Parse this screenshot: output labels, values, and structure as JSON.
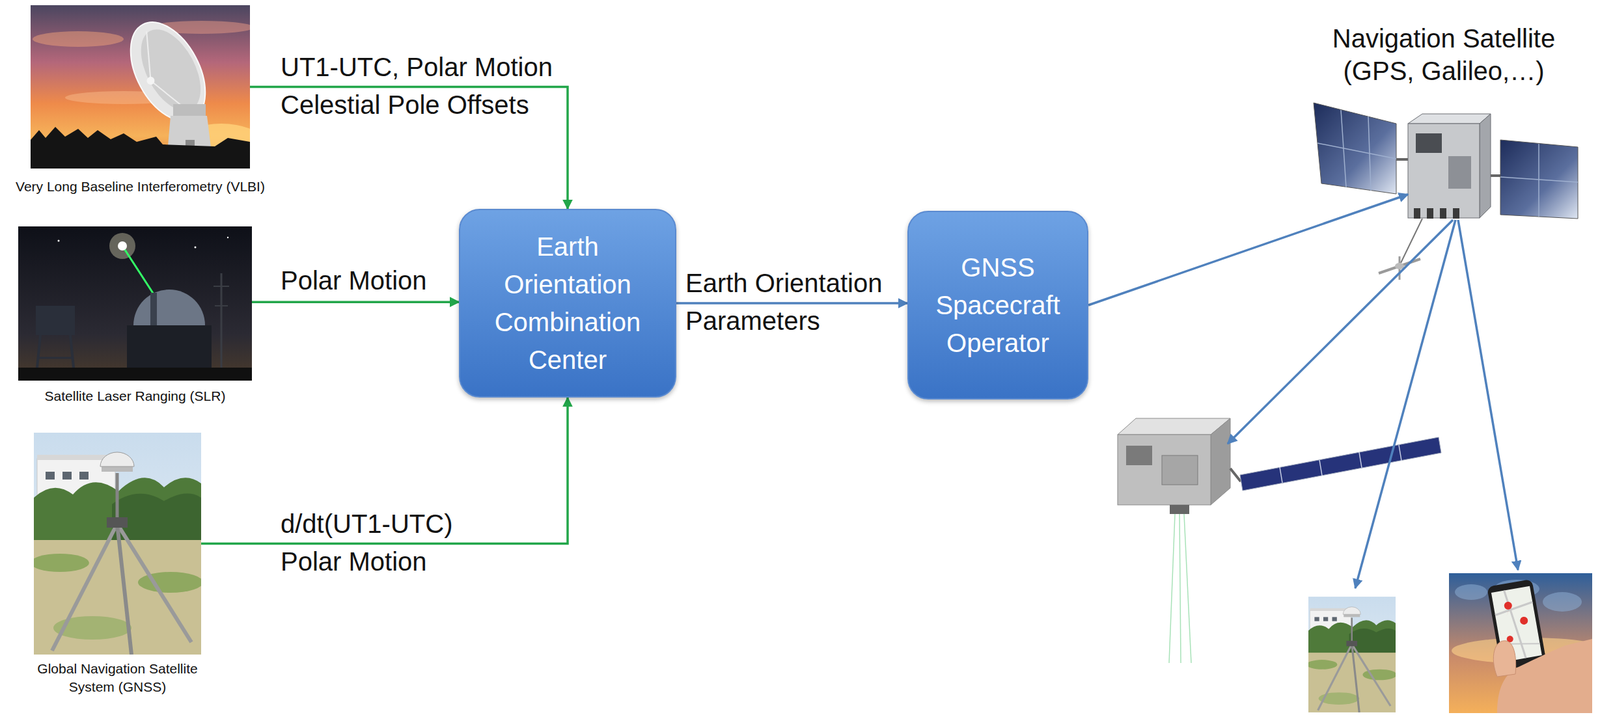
{
  "diagram": {
    "nodes": [
      {
        "text": [
          "Very Long Baseline Interferometry (VLBI)"
        ]
      },
      {
        "text": [
          "Satellite Laser Ranging (SLR)"
        ]
      },
      {
        "text": [
          "Global Navigation Satellite System (GNSS)"
        ]
      },
      {
        "text": [
          "Earth Orientation Combination Center"
        ]
      },
      {
        "text": [
          "GNSS Spacecraft Operator"
        ]
      },
      {
        "text": [
          "Navigation Satellite (GPS, Galileo,…)"
        ]
      }
    ],
    "edges": [
      {
        "from": 0,
        "to": 3,
        "arrow": "to",
        "label": "UT1-UTC, Polar Motion Celestial Pole Offsets"
      },
      {
        "from": 1,
        "to": 3,
        "arrow": "to",
        "label": "Polar Motion"
      },
      {
        "from": 2,
        "to": 3,
        "arrow": "to",
        "label": "d/dt(UT1-UTC) Polar Motion"
      },
      {
        "from": 3,
        "to": 4,
        "arrow": "to",
        "label": "Earth Orientation Parameters"
      },
      {
        "from": 4,
        "to": 5,
        "arrow": "to"
      }
    ]
  }
}
